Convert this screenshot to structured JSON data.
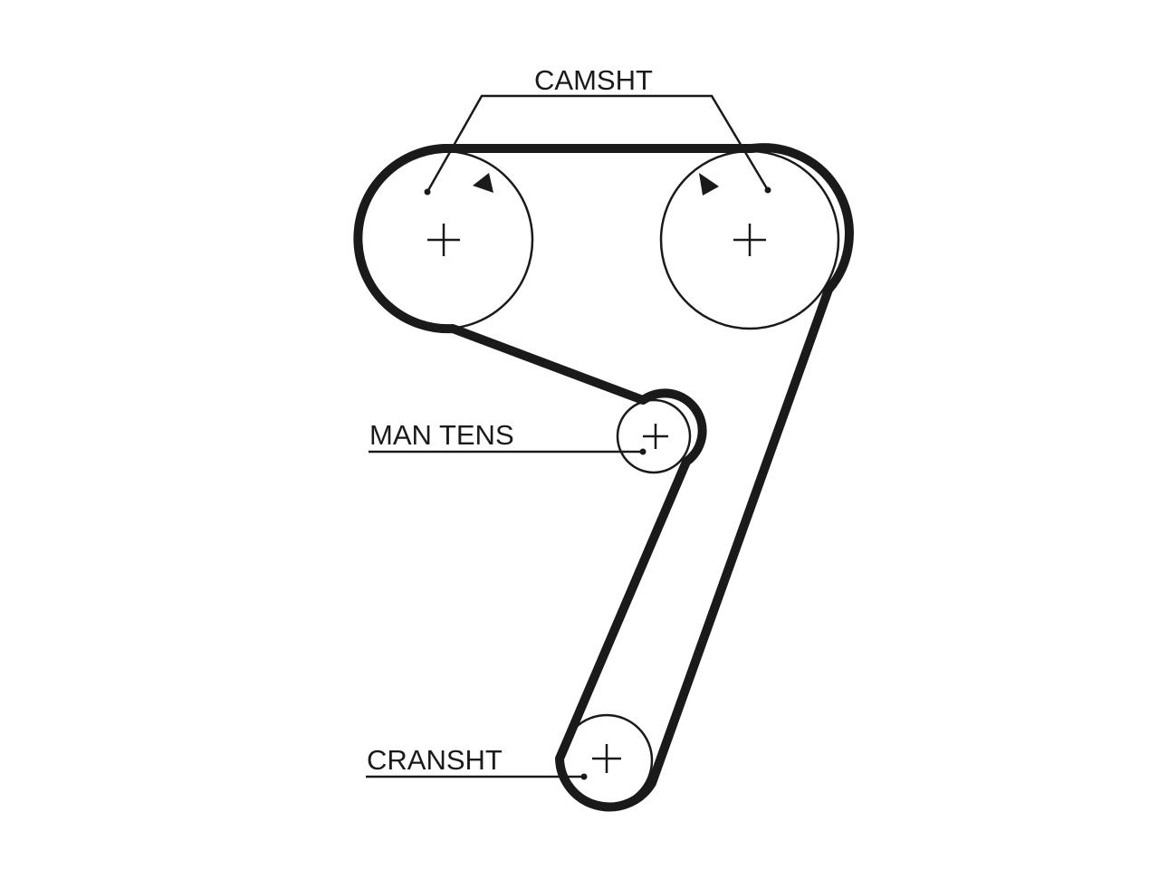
{
  "labels": {
    "camshaft": "CAMSHT",
    "tensioner": "MAN TENS",
    "crankshaft": "CRANSHT"
  },
  "colors": {
    "line": "#1a1a1a",
    "background": "#ffffff"
  }
}
